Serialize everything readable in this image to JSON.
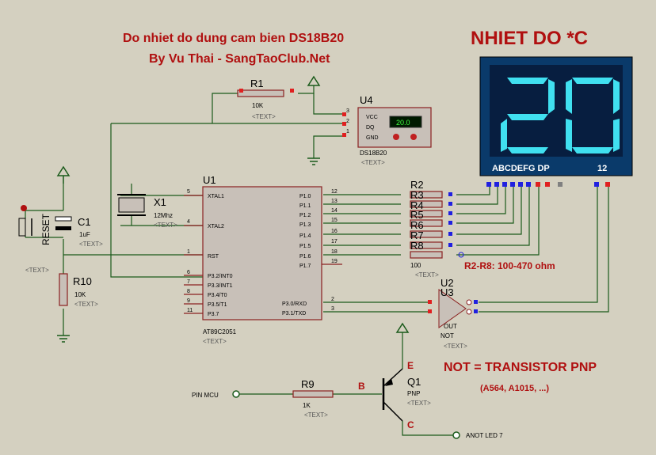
{
  "title": {
    "line1": "Do nhiet do dung cam bien DS18B20",
    "line2": "By Vu Thai - SangTaoClub.Net"
  },
  "display": {
    "heading": "NHIET DO  *C",
    "value": "20",
    "seg_labels": "ABCDEFG  DP",
    "digit_labels": "12",
    "color_bg": "#0a3a6a",
    "color_seg": "#40e0f0"
  },
  "notes": {
    "resistors": "R2-R8: 100-470 ohm",
    "not_eq": "NOT = TRANSISTOR PNP",
    "parts": "(A564,  A1015, ...)"
  },
  "placeholder_text": "<TEXT>",
  "mcu": {
    "ref": "U1",
    "part": "AT89C2051",
    "left_pins": [
      {
        "num": "5",
        "name": "XTAL1"
      },
      {
        "num": "4",
        "name": "XTAL2"
      },
      {
        "num": "1",
        "name": "RST"
      },
      {
        "num": "6",
        "name": "P3.2/INT0"
      },
      {
        "num": "7",
        "name": "P3.3/INT1"
      },
      {
        "num": "8",
        "name": "P3.4/T0"
      },
      {
        "num": "9",
        "name": "P3.5/T1"
      },
      {
        "num": "11",
        "name": "P3.7"
      }
    ],
    "right_pins": [
      {
        "num": "12",
        "name": "P1.0"
      },
      {
        "num": "13",
        "name": "P1.1"
      },
      {
        "num": "14",
        "name": "P1.2"
      },
      {
        "num": "15",
        "name": "P1.3"
      },
      {
        "num": "16",
        "name": "P1.4"
      },
      {
        "num": "17",
        "name": "P1.5"
      },
      {
        "num": "18",
        "name": "P1.6"
      },
      {
        "num": "19",
        "name": "P1.7"
      },
      {
        "num": "2",
        "name": "P3.0/RXD"
      },
      {
        "num": "3",
        "name": "P3.1/TXD"
      }
    ]
  },
  "sensor": {
    "ref": "U4",
    "part": "DS18B20",
    "reading": "20.0",
    "pins": [
      {
        "num": "3",
        "name": "VCC"
      },
      {
        "num": "2",
        "name": "DQ"
      },
      {
        "num": "1",
        "name": "GND"
      }
    ]
  },
  "components": {
    "r1": {
      "ref": "R1",
      "value": "10K"
    },
    "r10": {
      "ref": "R10",
      "value": "10K"
    },
    "r9": {
      "ref": "R9",
      "value": "1K"
    },
    "c1": {
      "ref": "C1",
      "value": "1uF"
    },
    "x1": {
      "ref": "X1",
      "value": "12Mhz"
    },
    "reset": "RESET",
    "resistor_array": [
      "R2",
      "R3",
      "R4",
      "R5",
      "R6",
      "R7",
      "R8"
    ],
    "resistor_value": "100",
    "u2": "U2",
    "u3": "U3",
    "gate_out": "OUT",
    "gate_not": "NOT",
    "q1": {
      "ref": "Q1",
      "type": "PNP"
    }
  },
  "transistor": {
    "pin_mcu": "PIN MCU",
    "anot": "ANOT LED 7",
    "b": "B",
    "e": "E",
    "c": "C"
  }
}
